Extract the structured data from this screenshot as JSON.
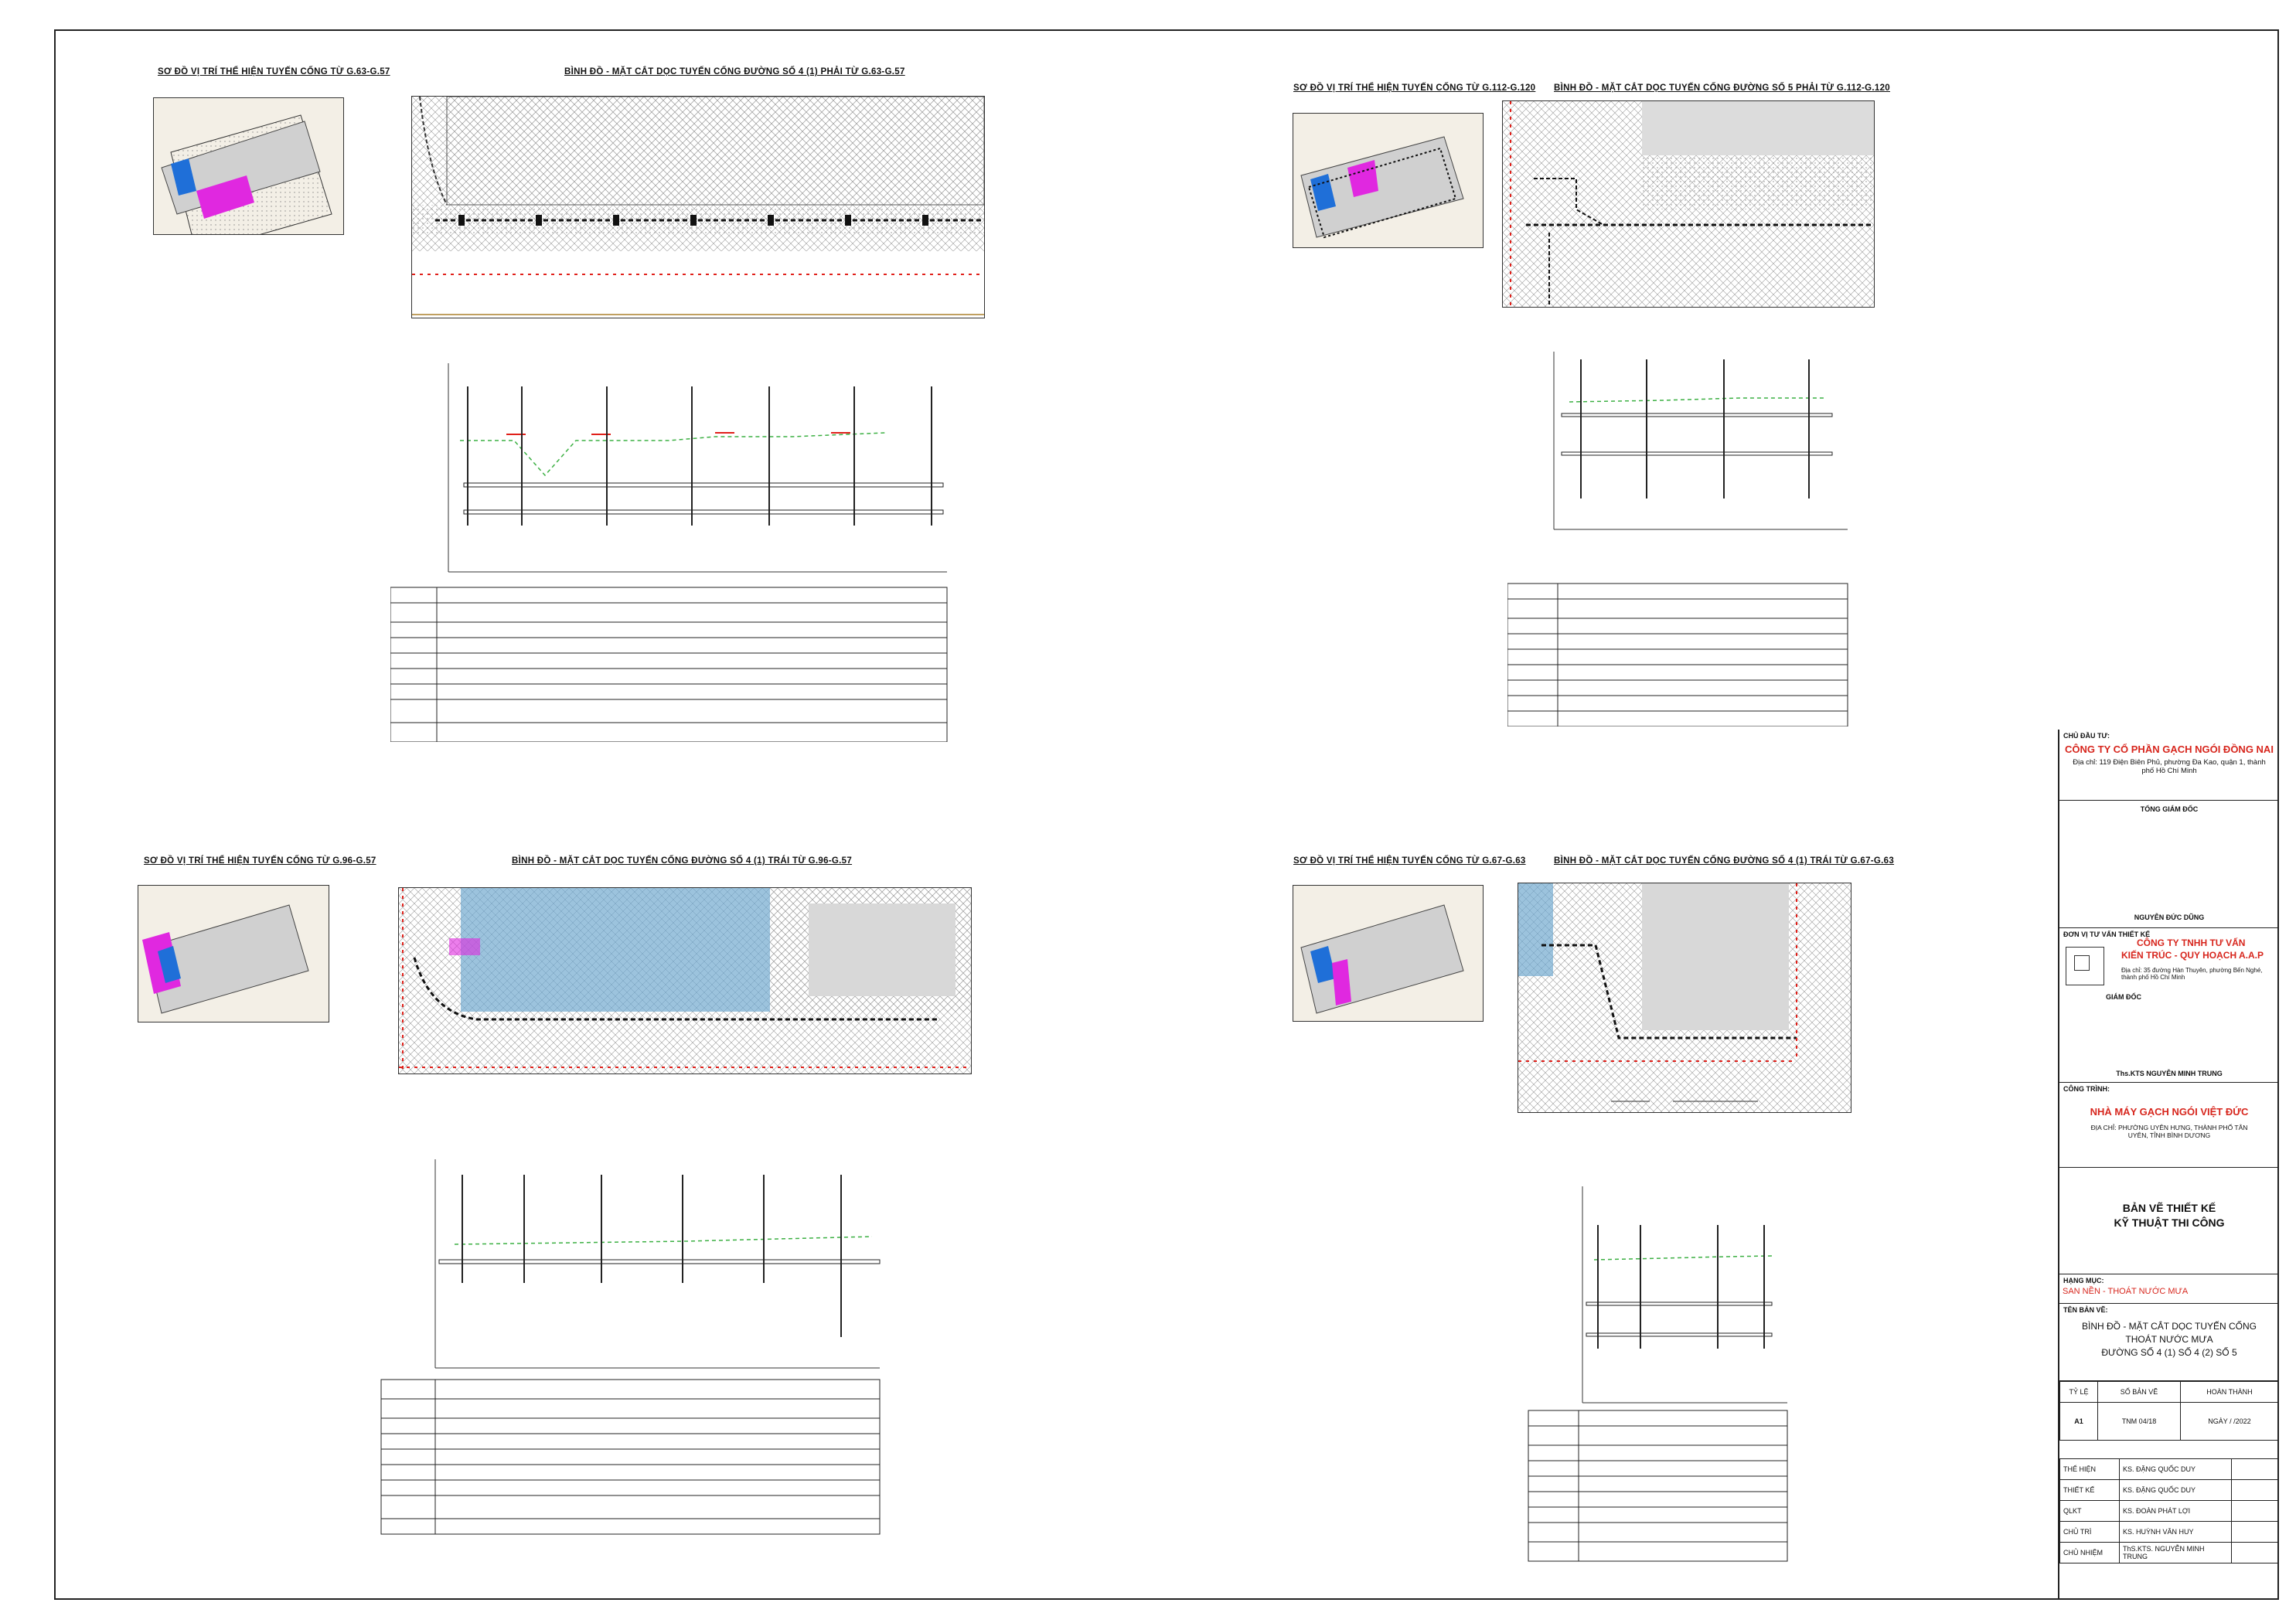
{
  "sheets": [
    {
      "key_plan_title": "SƠ ĐỒ VỊ TRÍ THỂ HIỆN TUYẾN CỐNG TỪ G.63-G.57",
      "plan_title": "BÌNH ĐỒ - MẶT CẮT DỌC TUYẾN CỐNG ĐƯỜNG SỐ 4 (1) PHẢI TỪ G.63-G.57"
    },
    {
      "key_plan_title": "SƠ ĐỒ VỊ TRÍ THỂ HIỆN TUYẾN CỐNG TỪ G.112-G.120",
      "plan_title": "BÌNH ĐỒ - MẶT CẮT DỌC TUYẾN CỐNG ĐƯỜNG SỐ 5 PHẢI TỪ G.112-G.120"
    },
    {
      "key_plan_title": "SƠ ĐỒ VỊ TRÍ THỂ HIỆN TUYẾN CỐNG TỪ G.96-G.57",
      "plan_title": "BÌNH ĐỒ - MẶT CẮT DỌC TUYẾN CỐNG ĐƯỜNG SỐ 4 (1) TRÁI TỪ G.96-G.57"
    },
    {
      "key_plan_title": "SƠ ĐỒ VỊ TRÍ THỂ HIỆN TUYẾN CỐNG TỪ G.67-G.63",
      "plan_title": "BÌNH ĐỒ - MẶT CẮT DỌC TUYẾN CỐNG ĐƯỜNG SỐ 4 (1) TRÁI TỪ G.67-G.63"
    }
  ],
  "title_block": {
    "owner_label": "CHỦ ĐẦU TƯ:",
    "owner_name": "CÔNG TY CỔ PHẦN GẠCH NGÓI ĐỒNG NAI",
    "owner_address": "Địa chỉ: 119 Điện Biên Phủ, phường Đa Kao, quận 1, thành phố Hồ Chí Minh",
    "director_label": "TỔNG GIÁM ĐỐC",
    "director_name": "NGUYỄN ĐỨC DŨNG",
    "designer_label": "ĐƠN VỊ TƯ VẤN THIẾT KẾ",
    "designer_name_1": "CÔNG TY TNHH TƯ VẤN",
    "designer_name_2": "KIẾN TRÚC - QUY HOẠCH A.A.P",
    "designer_address": "Địa chỉ: 35 đường Hàn Thuyên, phường Bến Nghé, thành phố Hồ Chí Minh",
    "manager_label": "GIÁM ĐỐC",
    "manager_name": "Ths.KTS NGUYỄN MINH TRUNG",
    "project_label": "CÔNG TRÌNH:",
    "project_name": "NHÀ MÁY GẠCH NGÓI VIỆT ĐỨC",
    "project_address": "ĐỊA CHỈ: PHƯỜNG UYÊN HƯNG, THÀNH PHỐ TÂN UYÊN, TỈNH BÌNH DƯƠNG",
    "drawing_type_1": "BẢN VẼ THIẾT KẾ",
    "drawing_type_2": "KỸ THUẬT THI CÔNG",
    "category_label": "HẠNG MỤC:",
    "category_name": "SAN NỀN - THOÁT NƯỚC MƯA",
    "sheet_name_label": "TÊN BẢN VẼ:",
    "sheet_name_1": "BÌNH ĐỒ - MẶT CẮT DỌC TUYẾN CỐNG",
    "sheet_name_2": "THOÁT NƯỚC MƯA",
    "sheet_name_3": "ĐƯỜNG SỐ 4 (1) SỐ 4 (2) SỐ 5",
    "scale_label": "TỶ LỆ",
    "scale_value": "A1",
    "number_label": "SỐ BẢN VẼ",
    "number_value": "TNM 04/18",
    "finish_label": "HOÀN THÀNH",
    "finish_value": "NGÀY  /  /2022",
    "roles": [
      {
        "role": "THỂ HIỆN",
        "name": "KS. ĐẶNG QUỐC DUY"
      },
      {
        "role": "THIẾT KẾ",
        "name": "KS. ĐẶNG QUỐC DUY"
      },
      {
        "role": "QLKT",
        "name": "KS. ĐOÀN PHÁT LỢI"
      },
      {
        "role": "CHỦ TRÌ",
        "name": "KS. HUỲNH VĂN HUY"
      },
      {
        "role": "CHỦ NHIỆM",
        "name": "ThS.KTS. NGUYỄN MINH TRUNG"
      }
    ]
  },
  "colors": {
    "red_line": "#e0201a",
    "magenta": "#e028e0",
    "blue_zone": "#8fb8d8",
    "key_blue": "#1f6fd8"
  }
}
